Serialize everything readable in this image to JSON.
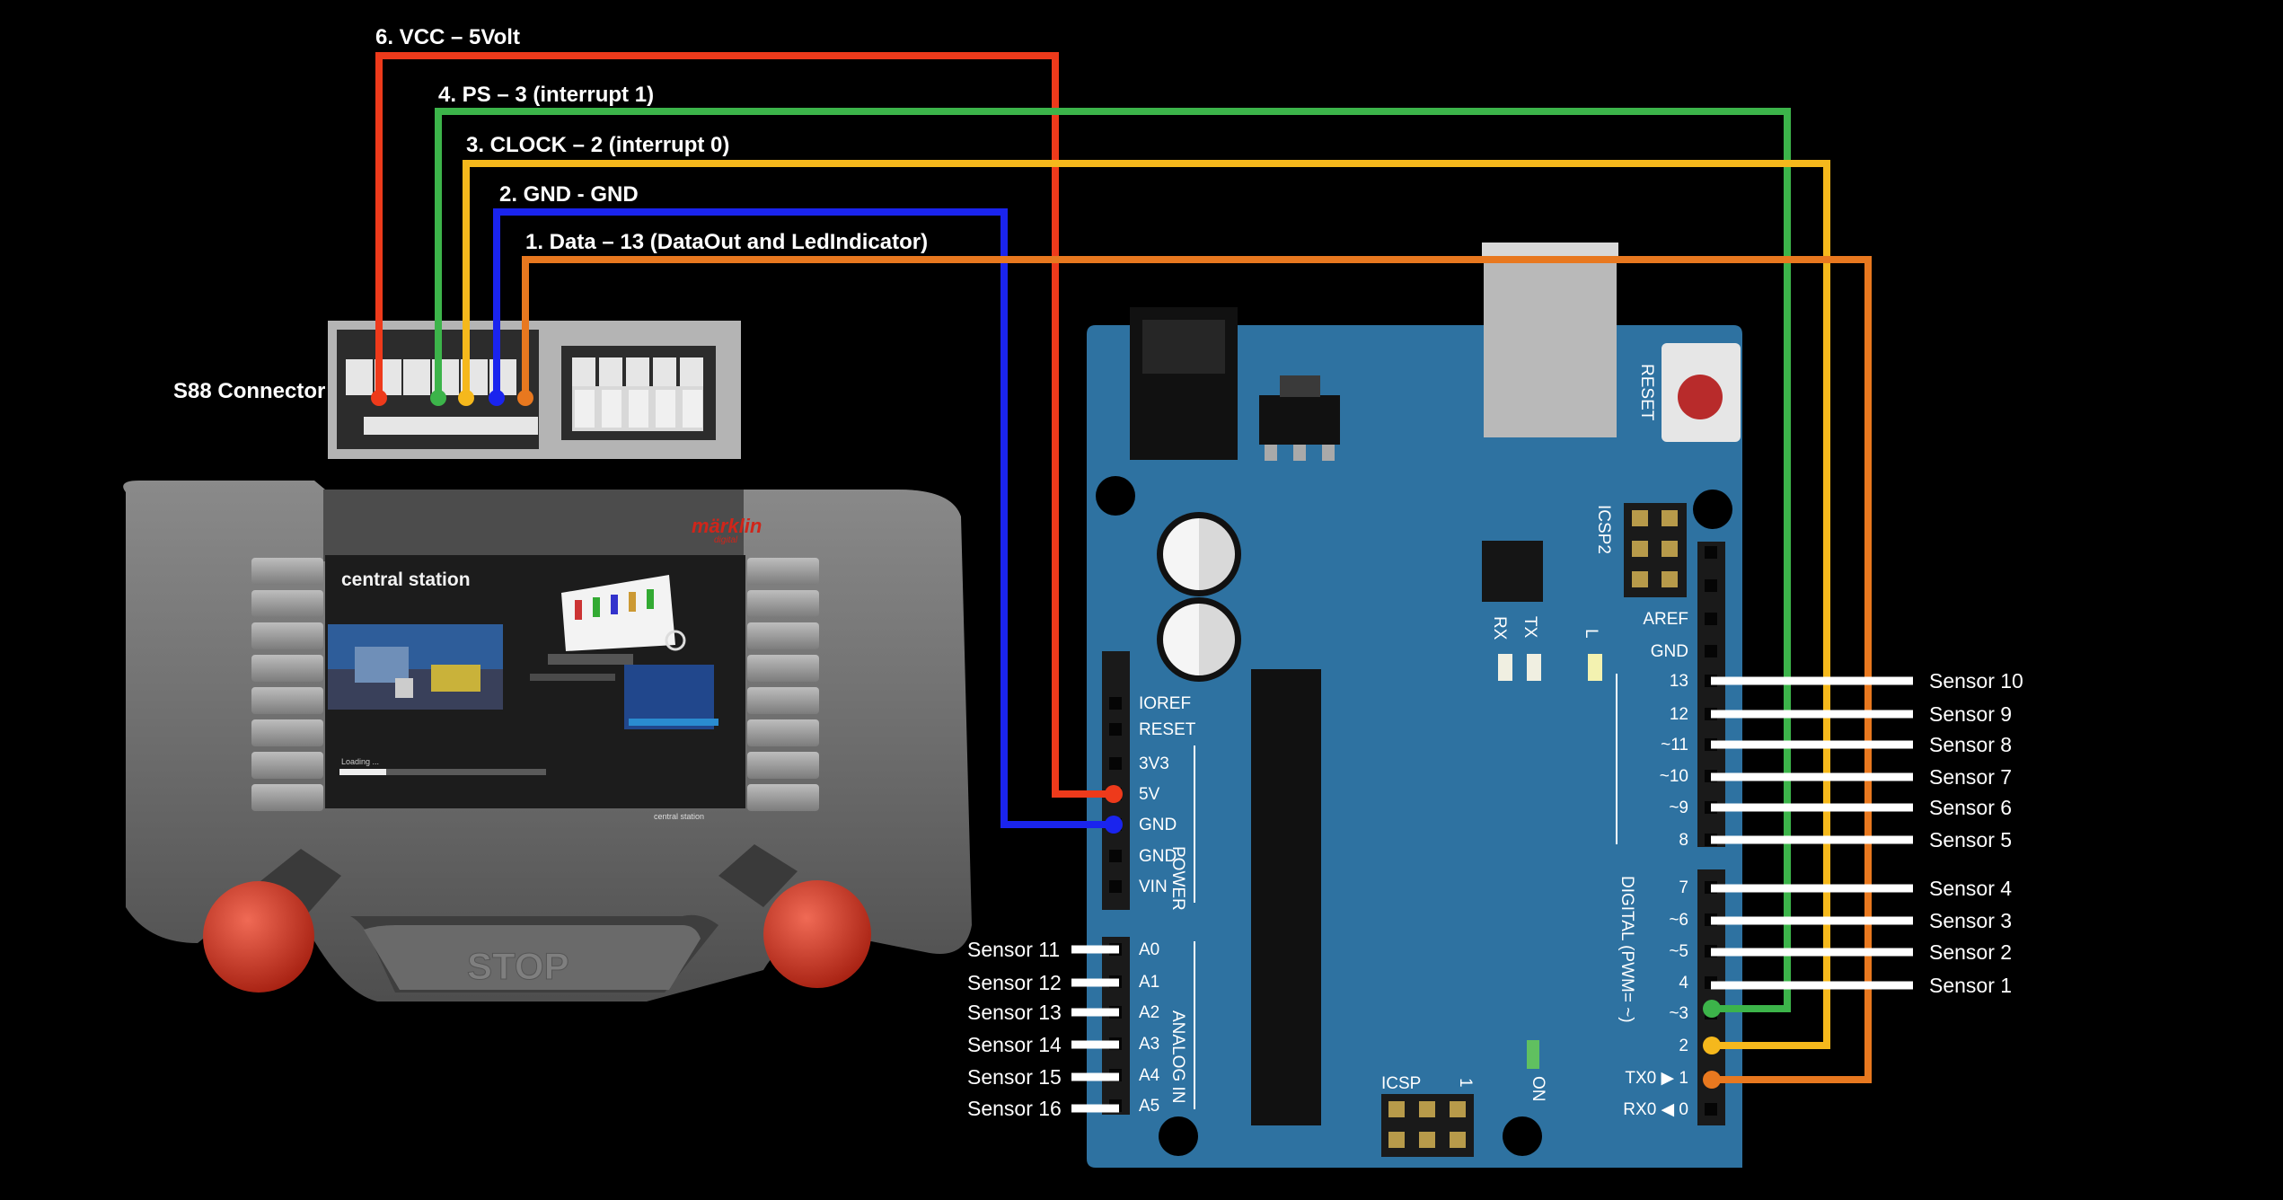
{
  "wires": [
    {
      "label": "6. VCC – 5Volt",
      "color": "#ee3a1b"
    },
    {
      "label": "4. PS – 3 (interrupt 1)",
      "color": "#3cb44a"
    },
    {
      "label": "3. CLOCK – 2 (interrupt 0)",
      "color": "#f5b81c"
    },
    {
      "label": "2. GND - GND",
      "color": "#1a24ee"
    },
    {
      "label": "1. Data – 13 (DataOut and LedIndicator)",
      "color": "#e8781f"
    }
  ],
  "connector_label": "S88 Connector",
  "central_station": {
    "brand": "märklin",
    "brand_sub": "digital",
    "screen_title": "central station",
    "loading": "Loading ...",
    "footer": "central station",
    "stop": "STOP"
  },
  "board": {
    "reset": "RESET",
    "icsp2": "ICSP2",
    "icsp": "ICSP",
    "icsp_one": "1",
    "rx": "RX",
    "tx": "TX",
    "l": "L",
    "on": "ON",
    "power_label": "POWER",
    "analog_label": "ANALOG IN",
    "digital_label": "DIGITAL (PWM= ~)",
    "power_pins": [
      "IOREF",
      "RESET",
      "3V3",
      "5V",
      "GND",
      "GND",
      "VIN"
    ],
    "analog_pins": [
      "A0",
      "A1",
      "A2",
      "A3",
      "A4",
      "A5"
    ],
    "digital_top": [
      "AREF",
      "GND",
      "13",
      "12",
      "~11",
      "~10",
      "~9",
      "8"
    ],
    "digital_bottom": [
      "7",
      "~6",
      "~5",
      "4",
      "~3",
      "2",
      "TX0 ▶ 1",
      "RX0 ◀ 0"
    ]
  },
  "sensors_right": [
    "Sensor 10",
    "Sensor 9",
    "Sensor 8",
    "Sensor 7",
    "Sensor 6",
    "Sensor 5",
    "Sensor 4",
    "Sensor 3",
    "Sensor 2",
    "Sensor 1"
  ],
  "sensors_left": [
    "Sensor 11",
    "Sensor 12",
    "Sensor 13",
    "Sensor 14",
    "Sensor 15",
    "Sensor 16"
  ]
}
